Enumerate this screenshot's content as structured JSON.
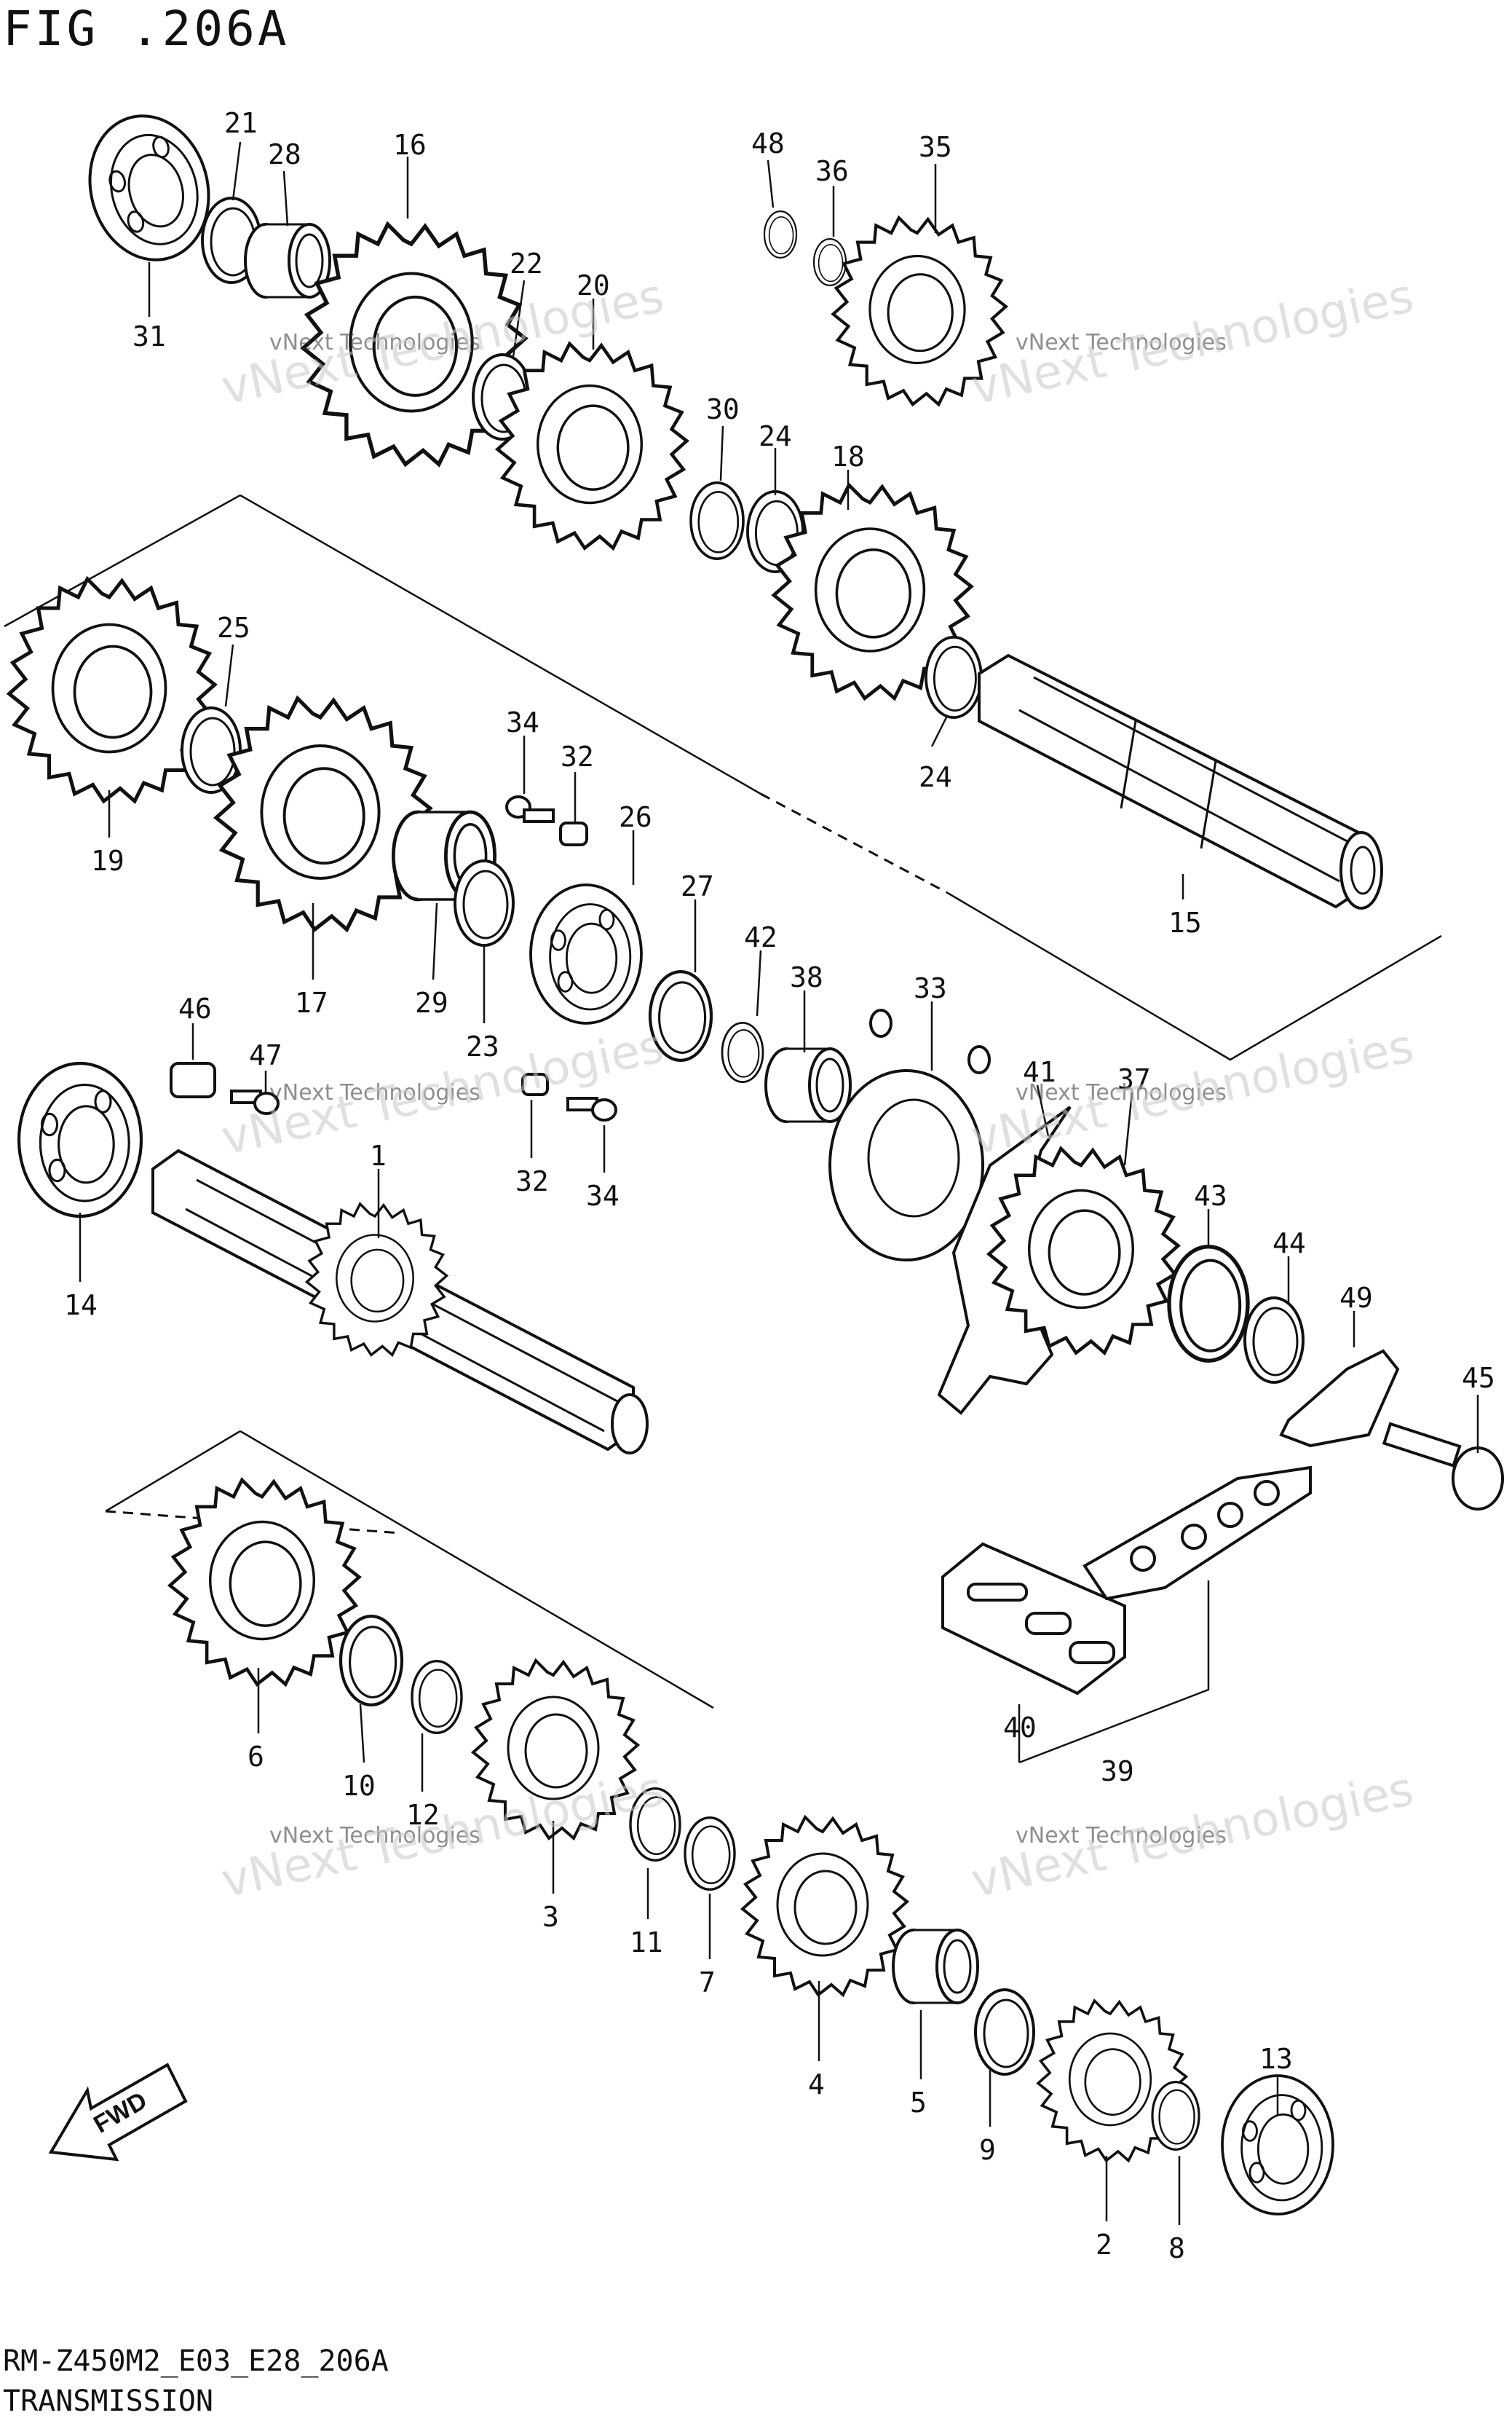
{
  "figure": {
    "title": "FIG .206A",
    "code": "RM-Z450M2_E03_E28_206A",
    "caption": "TRANSMISSION"
  },
  "fwd_label": "FWD",
  "watermark": {
    "line1": "vNext Technologies",
    "line2": "vNext Technologies"
  },
  "callouts": {
    "p1": "1",
    "p2": "2",
    "p3": "3",
    "p4": "4",
    "p5": "5",
    "p6": "6",
    "p7": "7",
    "p8": "8",
    "p9": "9",
    "p10": "10",
    "p11": "11",
    "p12": "12",
    "p13": "13",
    "p14": "14",
    "p15": "15",
    "p16": "16",
    "p17": "17",
    "p18": "18",
    "p19": "19",
    "p20": "20",
    "p21": "21",
    "p22": "22",
    "p23": "23",
    "p24a": "24",
    "p24b": "24",
    "p25": "25",
    "p26": "26",
    "p27": "27",
    "p28": "28",
    "p29": "29",
    "p30": "30",
    "p31": "31",
    "p32a": "32",
    "p32b": "32",
    "p33": "33",
    "p34a": "34",
    "p34b": "34",
    "p35": "35",
    "p36": "36",
    "p37": "37",
    "p38": "38",
    "p39": "39",
    "p40": "40",
    "p41": "41",
    "p42": "42",
    "p43": "43",
    "p44": "44",
    "p45": "45",
    "p46": "46",
    "p47": "47",
    "p48": "48",
    "p49": "49"
  }
}
